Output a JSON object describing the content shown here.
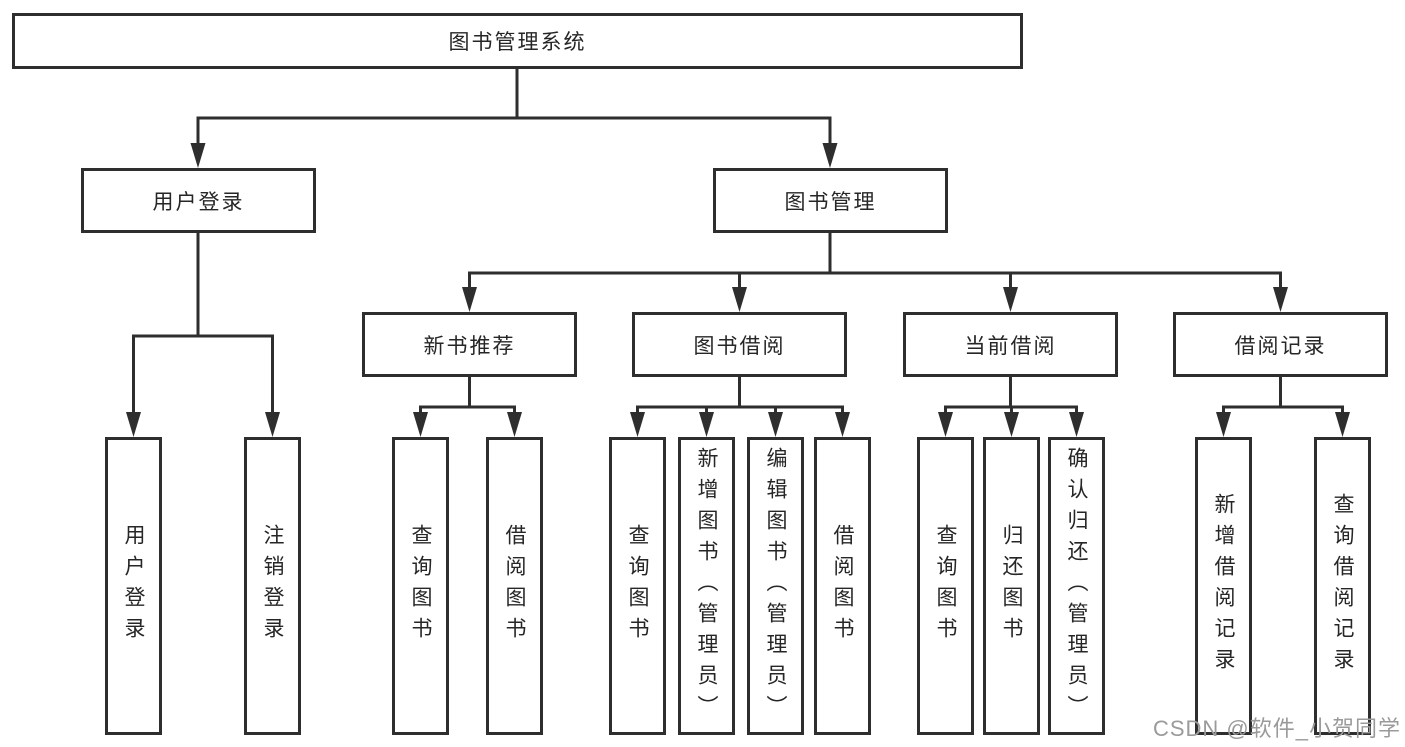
{
  "tree": {
    "label": "图书管理系统",
    "children": [
      {
        "label": "用户登录",
        "children": [
          {
            "label": "用户登录"
          },
          {
            "label": "注销登录"
          }
        ]
      },
      {
        "label": "图书管理",
        "children": [
          {
            "label": "新书推荐",
            "children": [
              {
                "label": "查询图书"
              },
              {
                "label": "借阅图书"
              }
            ]
          },
          {
            "label": "图书借阅",
            "children": [
              {
                "label": "查询图书"
              },
              {
                "label": "新增图书（管理员）"
              },
              {
                "label": "编辑图书（管理员）"
              },
              {
                "label": "借阅图书"
              }
            ]
          },
          {
            "label": "当前借阅",
            "children": [
              {
                "label": "查询图书"
              },
              {
                "label": "归还图书"
              },
              {
                "label": "确认归还（管理员）"
              }
            ]
          },
          {
            "label": "借阅记录",
            "children": [
              {
                "label": "新增借阅记录"
              },
              {
                "label": "查询借阅记录"
              }
            ]
          }
        ]
      }
    ]
  },
  "watermark": {
    "text": "CSDN @软件_小贺同学"
  },
  "colors": {
    "line": "#2e2e2e",
    "text": "#262626",
    "watermark": "#9a9a9a"
  }
}
